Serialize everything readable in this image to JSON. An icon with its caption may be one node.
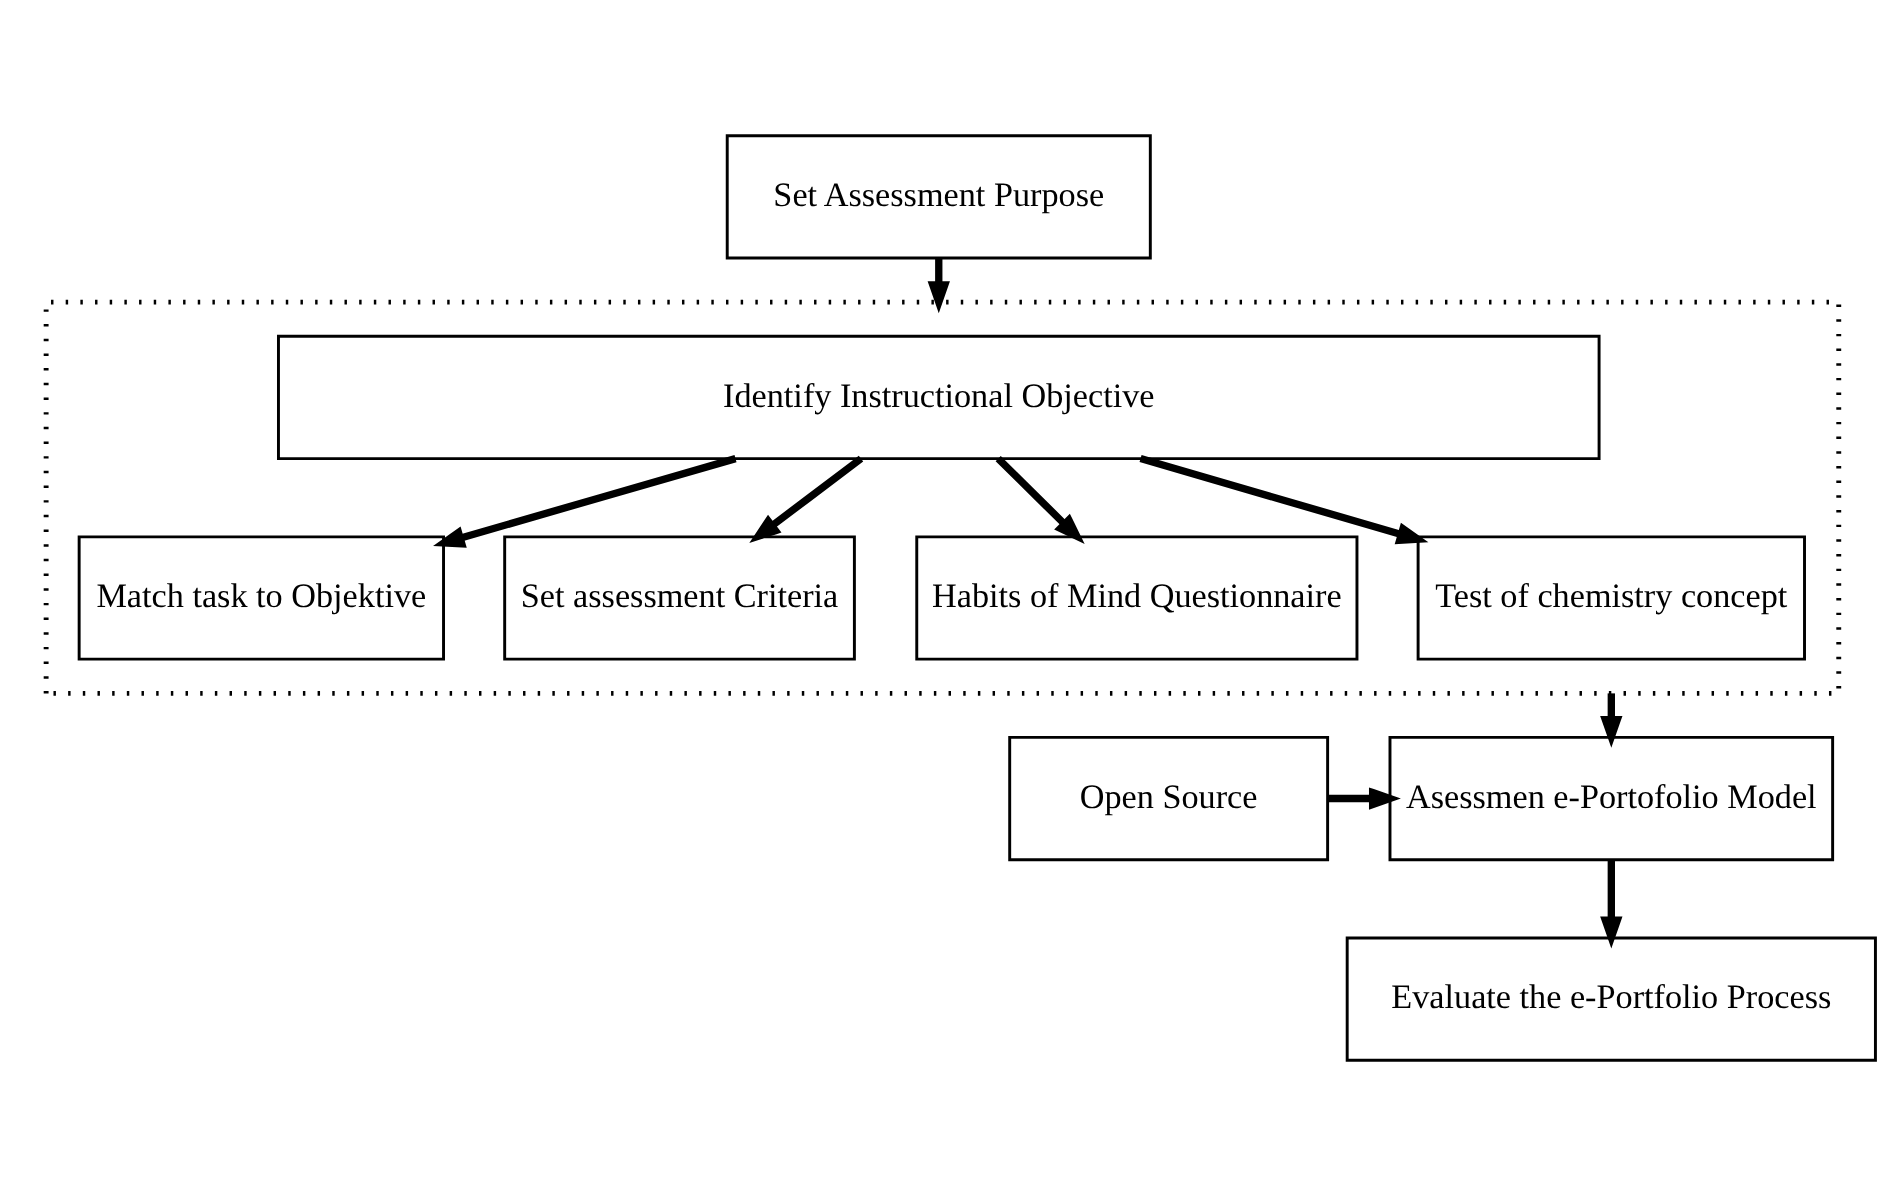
{
  "diagram": {
    "nodes": [
      {
        "text": [
          "Set Assessment Purpose"
        ]
      },
      {
        "text": [],
        "shape": "box"
      },
      {
        "text": [
          "Identify Instructional Objective"
        ],
        "in": 1
      },
      {
        "text": [
          "Match task to Objektive"
        ],
        "in": 1
      },
      {
        "text": [
          "Set assessment Criteria"
        ],
        "in": 1
      },
      {
        "text": [
          "Habits of Mind Questionnaire"
        ],
        "in": 1
      },
      {
        "text": [
          "Test of chemistry concept"
        ],
        "in": 1
      },
      {
        "text": [
          "Open Source"
        ]
      },
      {
        "text": [
          "Asessmen e-Portofolio Model"
        ]
      },
      {
        "text": [
          "Evaluate the e-Portfolio Process"
        ]
      }
    ],
    "edges": [
      {
        "from": 0,
        "to": 1,
        "arrow": "to"
      },
      {
        "from": 2,
        "to": 3,
        "arrow": "to"
      },
      {
        "from": 2,
        "to": 4,
        "arrow": "to"
      },
      {
        "from": 2,
        "to": 5,
        "arrow": "to"
      },
      {
        "from": 2,
        "to": 6,
        "arrow": "to"
      },
      {
        "from": 1,
        "to": 8,
        "arrow": "to"
      },
      {
        "from": 7,
        "to": 8,
        "arrow": "to"
      },
      {
        "from": 8,
        "to": 9,
        "arrow": "to"
      }
    ]
  }
}
